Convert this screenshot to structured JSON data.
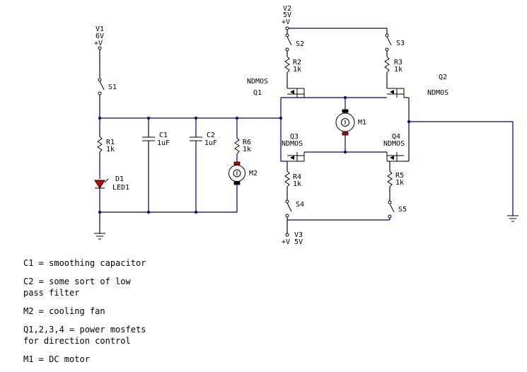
{
  "labels": {
    "v1_name": "V1",
    "v1_value": "6V",
    "v1_plus": "+V",
    "v2_name": "V2",
    "v2_value": "5V",
    "v2_plus": "+V",
    "v3_name": "V3",
    "v3_plus_value": "+V 5V",
    "s1": "S1",
    "s2": "S2",
    "s3": "S3",
    "s4": "S4",
    "s5": "S5",
    "r1_name": "R1",
    "r1_value": "1k",
    "r2_name": "R2",
    "r2_value": "1k",
    "r3_name": "R3",
    "r3_value": "1k",
    "r4_name": "R4",
    "r4_value": "1k",
    "r5_name": "R5",
    "r5_value": "1k",
    "r6_name": "R6",
    "r6_value": "1k",
    "c1_name": "C1",
    "c1_value": "1uF",
    "c2_name": "C2",
    "c2_value": "1uF",
    "d1_name": "D1",
    "d1_value": "LED1",
    "m1": "M1",
    "m2": "M2",
    "q1_name": "Q1",
    "q1_type": "NDMOS",
    "q2_name": "Q2",
    "q2_type": "NDMOS",
    "q3_name": "Q3",
    "q3_type": "NDMOS",
    "q4_name": "Q4",
    "q4_type": "NDMOS"
  },
  "notes": [
    "C1 = smoothing capacitor",
    "C2 = some sort of low\npass filter",
    "M2 = cooling fan",
    "Q1,2,3,4 = power mosfets\nfor direction control",
    "M1 = DC motor"
  ],
  "colors": {
    "wire": "#000080",
    "component": "#000000",
    "text": "#000000"
  }
}
